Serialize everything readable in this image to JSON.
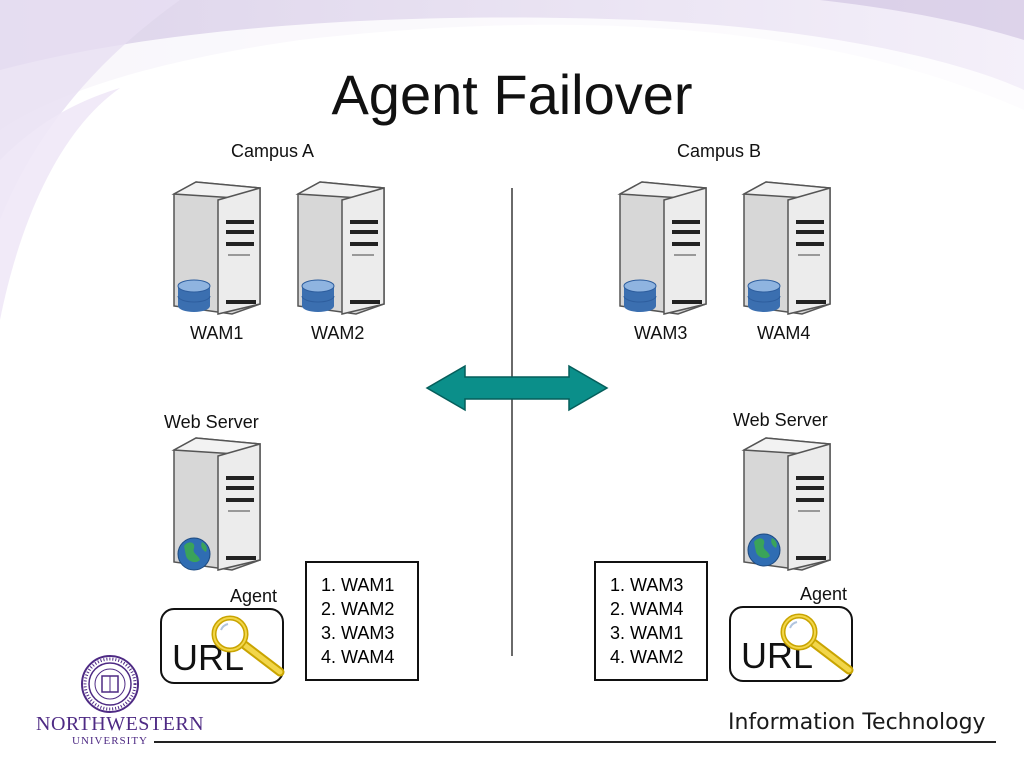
{
  "slide": {
    "title": "Agent Failover",
    "campus_a": {
      "label": "Campus A",
      "servers": [
        "WAM1",
        "WAM2"
      ],
      "web_server_label": "Web Server",
      "agent_label": "Agent",
      "url_label": "URL",
      "priority_list": [
        "1. WAM1",
        "2. WAM2",
        "3. WAM3",
        "4. WAM4"
      ]
    },
    "campus_b": {
      "label": "Campus B",
      "servers": [
        "WAM3",
        "WAM4"
      ],
      "web_server_label": "Web Server",
      "agent_label": "Agent",
      "url_label": "URL",
      "priority_list": [
        "1. WAM3",
        "2. WAM4",
        "3. WAM1",
        "4. WAM2"
      ]
    }
  },
  "footer": {
    "university_name": "NORTHWESTERN",
    "university_sub": "UNIVERSITY",
    "department": "Information Technology"
  },
  "colors": {
    "arrow_fill": "#0b8f8a",
    "accent_purple": "#4e2a84",
    "database_blue": "#3b6fb0"
  },
  "icons": {
    "database": "database-icon",
    "globe": "globe-icon",
    "magnifier": "magnifying-glass-icon",
    "arrow": "double-arrow-icon",
    "seal": "university-seal-icon"
  }
}
